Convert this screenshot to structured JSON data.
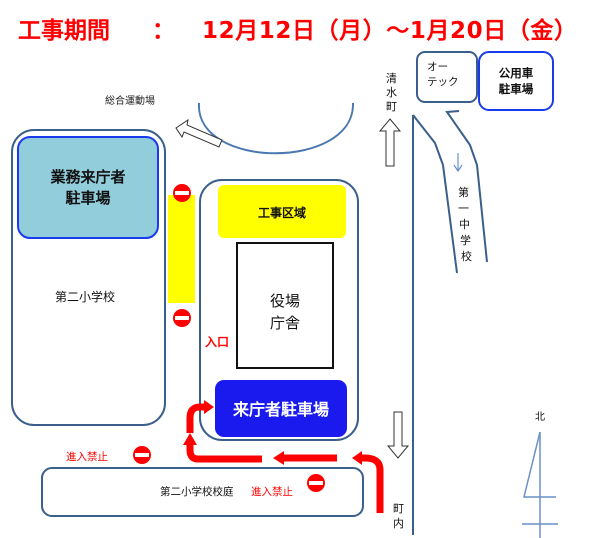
{
  "title": {
    "label": "工事期間",
    "colon": "：",
    "period": "12月12日（月）～1月20日（金）"
  },
  "labels": {
    "sports_ground": "総合運動場",
    "visitor_business_parking": [
      "業務来庁者",
      "駐車場"
    ],
    "elementary_school": "第二小学校",
    "construction_area": "工事区域",
    "town_hall": [
      "役場",
      "庁舎"
    ],
    "entrance": "入口",
    "visitor_parking": "来庁者駐車場",
    "school_yard": "第二小学校校庭",
    "no_entry_yard": "進入禁止",
    "no_entry_left": "進入禁止",
    "shimizu_town": [
      "清",
      "水",
      "町"
    ],
    "town_inside": [
      "町",
      "内"
    ],
    "otec": [
      "オー",
      "テック"
    ],
    "public_car_parking": [
      "公用車",
      "駐車場"
    ],
    "junior_high": [
      "第",
      "一",
      "中",
      "学",
      "校"
    ],
    "north": "北"
  },
  "colors": {
    "title": "#ff0000",
    "route": "#ff0000",
    "visitor_parking": "#1a1aee",
    "business_parking": "#92cddc",
    "construction": "#ffff00",
    "outline": "#3a5f8a"
  }
}
